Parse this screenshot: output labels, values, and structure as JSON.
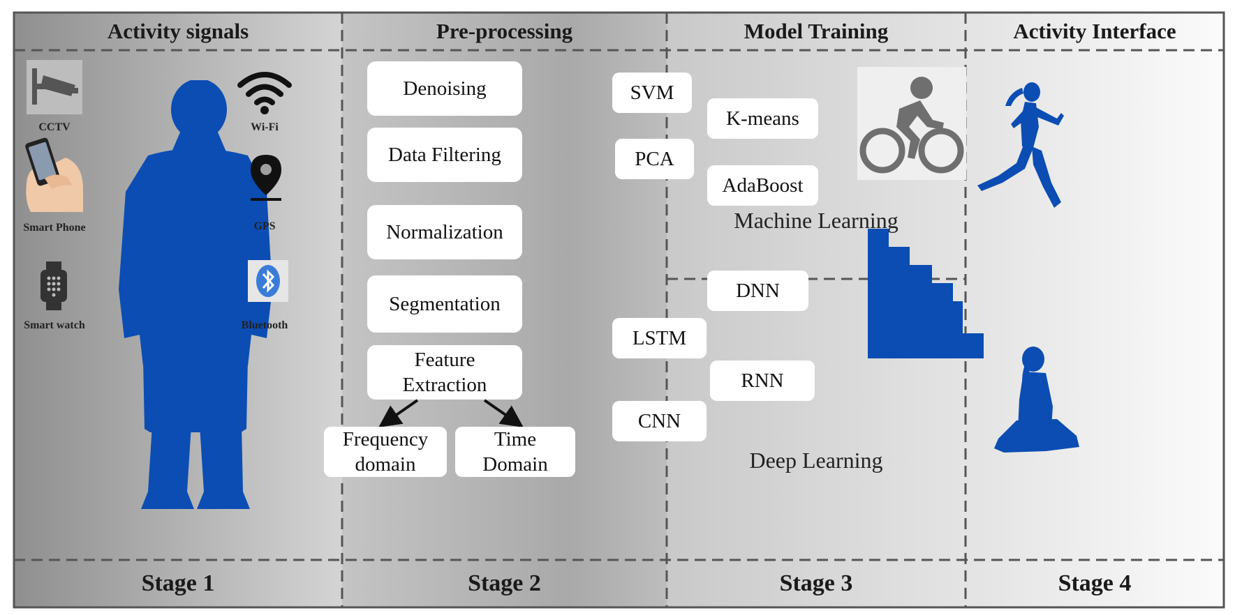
{
  "stages": [
    {
      "header": "Activity signals",
      "footer": "Stage 1",
      "signals": [
        {
          "label": "CCTV",
          "icon": "cctv-camera-icon"
        },
        {
          "label": "Smart Phone",
          "icon": "smartphone-hand-icon"
        },
        {
          "label": "Smart watch",
          "icon": "smartwatch-icon"
        },
        {
          "label": "Wi-Fi",
          "icon": "wifi-icon"
        },
        {
          "label": "GPS",
          "icon": "gps-pin-icon"
        },
        {
          "label": "Bluetooth",
          "icon": "bluetooth-icon"
        }
      ]
    },
    {
      "header": "Pre-processing",
      "footer": "Stage 2",
      "steps": [
        "Denoising",
        "Data Filtering",
        "Normalization",
        "Segmentation",
        "Feature\nExtraction"
      ],
      "feature_branches": [
        "Frequency\ndomain",
        "Time\nDomain"
      ]
    },
    {
      "header": "Model Training",
      "footer": "Stage 3",
      "machine_learning": {
        "label": "Machine Learning",
        "models": [
          "SVM",
          "K-means",
          "PCA",
          "AdaBoost"
        ]
      },
      "deep_learning": {
        "label": "Deep Learning",
        "models": [
          "DNN",
          "LSTM",
          "RNN",
          "CNN"
        ]
      }
    },
    {
      "header": "Activity Interface",
      "footer": "Stage 4",
      "activities": [
        "cycling-icon",
        "running-icon",
        "stairs-icon",
        "sitting-icon"
      ]
    }
  ],
  "colors": {
    "accent": "#0b4db3",
    "frame": "#555555"
  }
}
